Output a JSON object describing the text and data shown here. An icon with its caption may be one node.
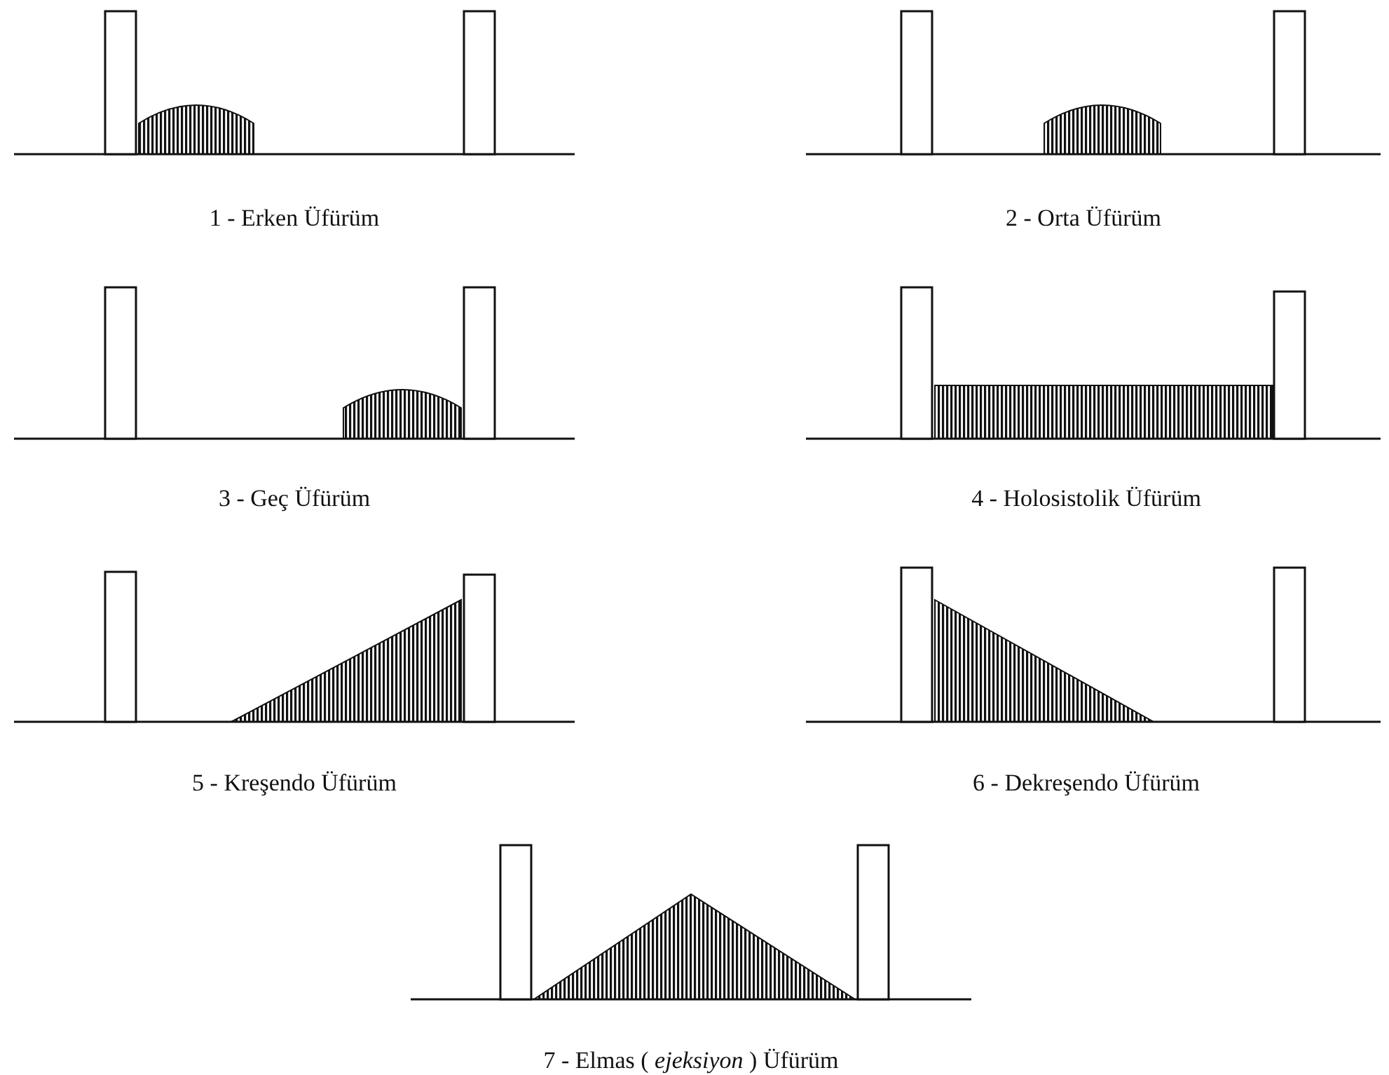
{
  "diagram": {
    "labels": [
      "1 - Erken Üfürüm",
      "2 - Orta Üfürüm",
      "3 - Geç Üfürüm",
      "4 - Holosistolik Üfürüm",
      "5 - Kreşendo Üfürüm",
      "6 - Dekreşendo Üfürüm",
      "7 - Elmas ( *ejeksiyon* ) Üfürüm"
    ]
  }
}
